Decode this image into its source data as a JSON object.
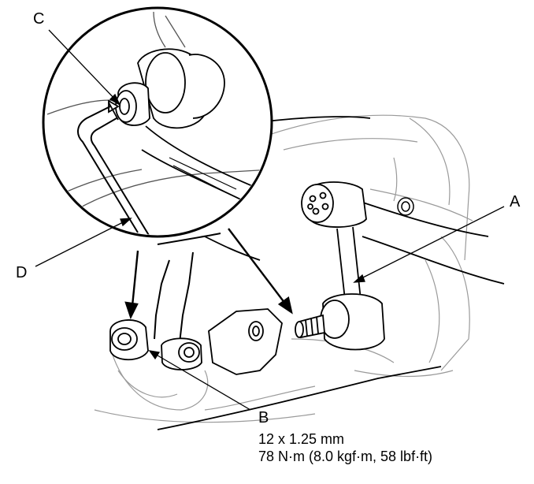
{
  "callouts": {
    "a": "A",
    "b": "B",
    "c": "C",
    "d": "D"
  },
  "spec": {
    "thread": "12 x 1.25 mm",
    "torque": "78 N·m (8.0 kgf·m, 58 lbf·ft)"
  },
  "colors": {
    "line": "#000000",
    "light_line": "#9a9a9a",
    "background": "#ffffff"
  }
}
